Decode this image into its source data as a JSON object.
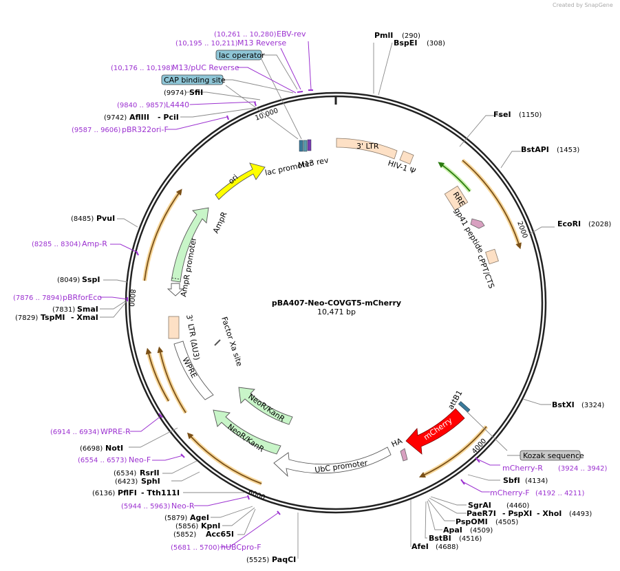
{
  "credit": "Created by SnapGene",
  "plasmid": {
    "name": "pBA407-Neo-COVGT5-mCherry",
    "length_text": "10,471 bp"
  },
  "ticks": [
    "2000",
    "4000",
    "6000",
    "8000",
    "10,000"
  ],
  "enzymes": [
    {
      "name": "PmlI",
      "pos": "(290)"
    },
    {
      "name": "BspEI",
      "pos": "(308)"
    },
    {
      "name": "FseI",
      "pos": "(1150)"
    },
    {
      "name": "BstAPI",
      "pos": "(1453)"
    },
    {
      "name": "EcoRI",
      "pos": "(2028)"
    },
    {
      "name": "BstXI",
      "pos": "(3324)"
    },
    {
      "name": "SbfI",
      "pos": "(4134)"
    },
    {
      "name": "SgrAI",
      "pos": "(4460)"
    },
    {
      "name": "PaeR7I",
      "pos": ""
    },
    {
      "name": "- PspXI",
      "pos": ""
    },
    {
      "name": "- XhoI",
      "pos": "(4493)"
    },
    {
      "name": "PspOMI",
      "pos": "(4505)"
    },
    {
      "name": "ApaI",
      "pos": "(4509)"
    },
    {
      "name": "BstBI",
      "pos": "(4516)"
    },
    {
      "name": "AfeI",
      "pos": "(4688)"
    },
    {
      "name": "PaqCI",
      "pos": "(5525)"
    },
    {
      "name": "Acc65I",
      "pos": "(5852)"
    },
    {
      "name": "KpnI",
      "pos": "(5856)"
    },
    {
      "name": "AgeI",
      "pos": "(5879)"
    },
    {
      "name": "PflFI",
      "pos": "(6136)"
    },
    {
      "name": "- Tth111I",
      "pos": ""
    },
    {
      "name": "SphI",
      "pos": "(6423)"
    },
    {
      "name": "RsrII",
      "pos": "(6534)"
    },
    {
      "name": "NotI",
      "pos": "(6698)"
    },
    {
      "name": "TspMI",
      "pos": "(7829)"
    },
    {
      "name": "- XmaI",
      "pos": ""
    },
    {
      "name": "SmaI",
      "pos": "(7831)"
    },
    {
      "name": "SspI",
      "pos": "(8049)"
    },
    {
      "name": "PvuI",
      "pos": "(8485)"
    },
    {
      "name": "AflIII",
      "pos": "(9742)"
    },
    {
      "name": "- PciI",
      "pos": ""
    },
    {
      "name": "SfiI",
      "pos": "(9974)"
    }
  ],
  "primers": [
    {
      "range": "(10,261 .. 10,280)",
      "name": "EBV-rev"
    },
    {
      "range": "(10,195 .. 10,211)",
      "name": "M13 Reverse"
    },
    {
      "range": "(10,176 .. 10,198)",
      "name": "M13/pUC Reverse"
    },
    {
      "range": "(9840 .. 9857)",
      "name": "L4440"
    },
    {
      "range": "(9587 .. 9606)",
      "name": "pBR322ori-F"
    },
    {
      "range": "(8285 .. 8304)",
      "name": "Amp-R"
    },
    {
      "range": "(7876 .. 7894)",
      "name": "pBRforEco"
    },
    {
      "range": "(6914 .. 6934)",
      "name": "WPRE-R"
    },
    {
      "range": "(6554 .. 6573)",
      "name": "Neo-F"
    },
    {
      "range": "(5944 .. 5963)",
      "name": "Neo-R"
    },
    {
      "range": "(5681 .. 5700)",
      "name": "hUBCpro-F"
    },
    {
      "range": "(3924 .. 3942)",
      "name": "mCherry-R"
    },
    {
      "range": "(4192 .. 4211)",
      "name": "mCherry-F"
    }
  ],
  "boxed_labels": [
    {
      "text": "lac operator",
      "color": "#8ec5d6"
    },
    {
      "text": "CAP binding site",
      "color": "#8ec5d6"
    },
    {
      "text": "Kozak sequence",
      "color": "#c8c8c8"
    }
  ],
  "features": {
    "ltr3": "3' LTR",
    "hiv_psi": "HIV-1 Ψ",
    "rre": "RRE",
    "gp41": "gp41 peptide",
    "cppt": "cPPT/CTS",
    "attb1": "attB1",
    "mcherry": "mCherry",
    "ha": "HA",
    "ubc": "UbC promoter",
    "neokan1": "NeoR/KanR",
    "neokan2": "NeoR/KanR",
    "wpre": "WPRE",
    "ltr3_du3": "3' LTR (ΔU3)",
    "factor_xa": "Factor Xa site",
    "ampr_promoter": "AmpR promoter",
    "ampr": "AmpR",
    "ori": "ori",
    "lac_promoter": "lac promoter",
    "m13rev": "M13 rev"
  },
  "colors": {
    "ltr": "#fde0c5",
    "rre": "#fde0c5",
    "mcherry": "#ff0000",
    "neo": "#c8f5c8",
    "ampr": "#c8f5c8",
    "ori": "#ffff00",
    "primer": "#9b30d0",
    "orf_arc": "#b08030",
    "orf_glow": "#f7d79a",
    "green_arc": "#3a9a20",
    "attb": "#3a7a9a",
    "backbone": "#222222"
  }
}
